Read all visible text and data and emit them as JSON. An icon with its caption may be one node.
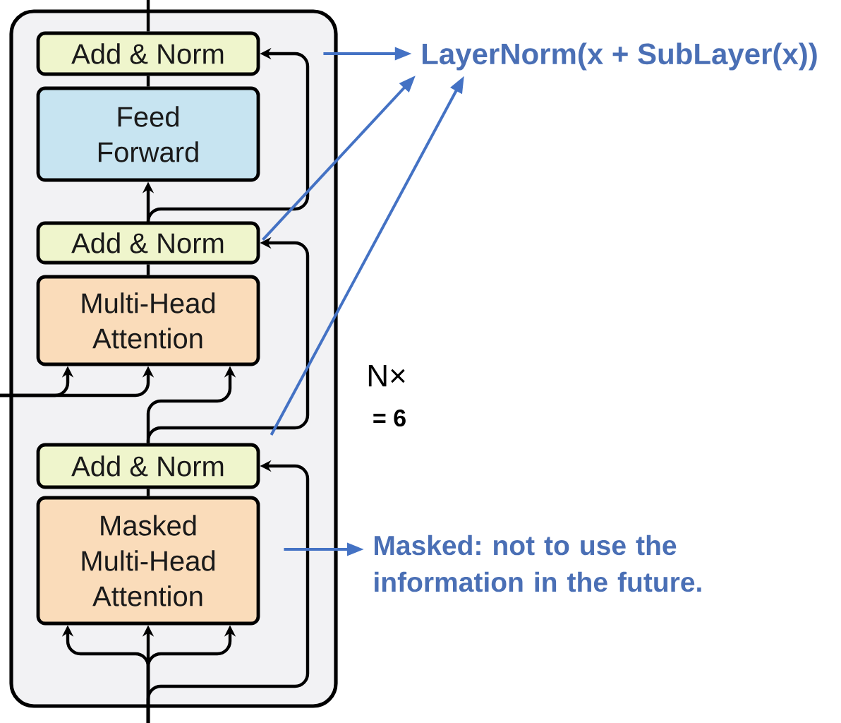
{
  "diagram": {
    "nodes": [
      {
        "text": [],
        "shape": "box",
        "beside": [
          "N×",
          "= 6"
        ]
      },
      {
        "text": [
          "Add & Norm"
        ],
        "in": 0
      },
      {
        "text": [
          "Feed Forward"
        ],
        "in": 0
      },
      {
        "text": [
          "Add & Norm"
        ],
        "in": 0
      },
      {
        "text": [
          "Multi-Head Attention"
        ],
        "in": 0
      },
      {
        "text": [
          "Add & Norm"
        ],
        "in": 0
      },
      {
        "text": [
          "Masked Multi-Head Attention"
        ],
        "in": 0
      },
      {
        "text": [
          "LayerNorm(x + SubLayer(x))"
        ]
      },
      {
        "text": [
          "Masked: not to use the information in the future."
        ]
      }
    ],
    "edges": [
      {
        "from": 2,
        "to": 1,
        "arrow": "none"
      },
      {
        "from": 3,
        "to": 2,
        "arrow": "to"
      },
      {
        "from": 3,
        "to": 1,
        "arrow": "to"
      },
      {
        "from": 4,
        "to": 3,
        "arrow": "none"
      },
      {
        "from": 5,
        "to": 4,
        "arrow": "to"
      },
      {
        "from": 5,
        "to": 3,
        "arrow": "to"
      },
      {
        "from": null,
        "to": 4,
        "arrow": "to"
      },
      {
        "from": null,
        "to": 4,
        "arrow": "to"
      },
      {
        "from": 6,
        "to": 5,
        "arrow": "none"
      },
      {
        "from": null,
        "to": 6,
        "arrow": "to"
      },
      {
        "from": null,
        "to": 6,
        "arrow": "to"
      },
      {
        "from": null,
        "to": 6,
        "arrow": "to"
      },
      {
        "from": null,
        "to": 5,
        "arrow": "to"
      },
      {
        "from": 1,
        "to": null,
        "arrow": "none"
      },
      {
        "from": 1,
        "to": 7,
        "arrow": "to",
        "color": "#4472c4"
      },
      {
        "from": 3,
        "to": 7,
        "arrow": "to",
        "color": "#4472c4"
      },
      {
        "from": 5,
        "to": 7,
        "arrow": "to",
        "color": "#4472c4"
      },
      {
        "from": 6,
        "to": 8,
        "arrow": "to",
        "color": "#4472c4"
      }
    ]
  }
}
